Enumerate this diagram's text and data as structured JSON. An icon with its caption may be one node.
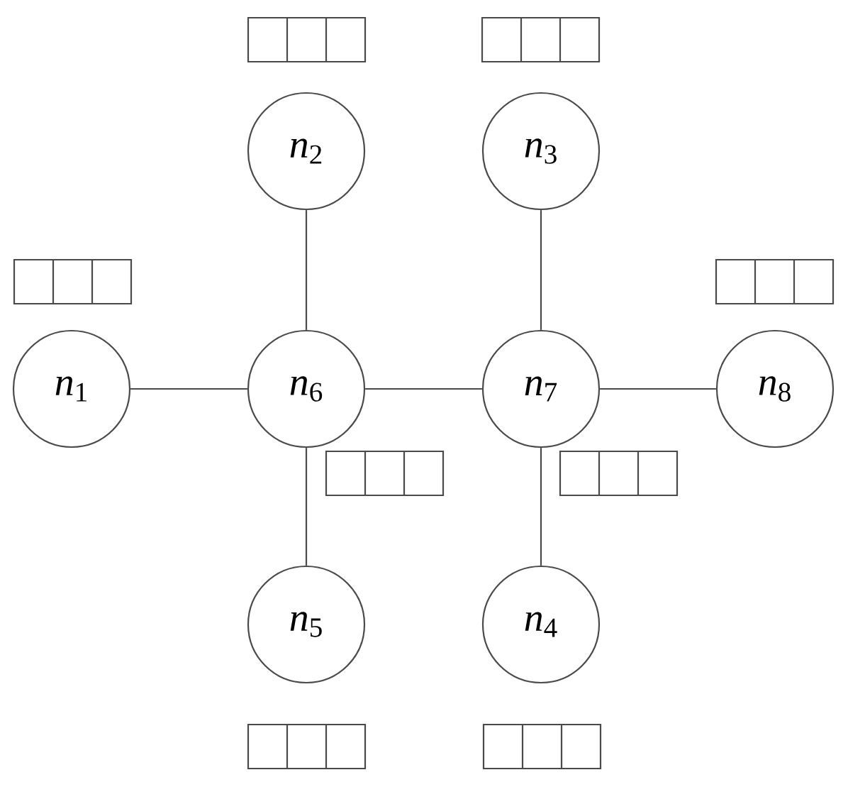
{
  "diagram": {
    "nodes": [
      {
        "text": [
          "*n*$_{2}$"
        ]
      },
      {
        "text": [
          "*n*$_{3}$"
        ]
      },
      {
        "text": [
          "*n*$_{1}$"
        ]
      },
      {
        "text": [
          "*n*$_{6}$"
        ]
      },
      {
        "text": [
          "*n*$_{7}$"
        ]
      },
      {
        "text": [
          "*n*$_{8}$"
        ]
      },
      {
        "text": [
          "*n*$_{5}$"
        ]
      },
      {
        "text": [
          "*n*$_{4}$"
        ]
      }
    ],
    "edges": [
      {
        "from": 2,
        "to": 3,
        "arrow": "none"
      },
      {
        "from": 0,
        "to": 3,
        "arrow": "none"
      },
      {
        "from": 1,
        "to": 4,
        "arrow": "none"
      },
      {
        "from": 3,
        "to": 4,
        "arrow": "none"
      },
      {
        "from": 4,
        "to": 5,
        "arrow": "none"
      },
      {
        "from": 3,
        "to": 6,
        "arrow": "none"
      },
      {
        "from": 4,
        "to": 7,
        "arrow": "none"
      }
    ]
  }
}
